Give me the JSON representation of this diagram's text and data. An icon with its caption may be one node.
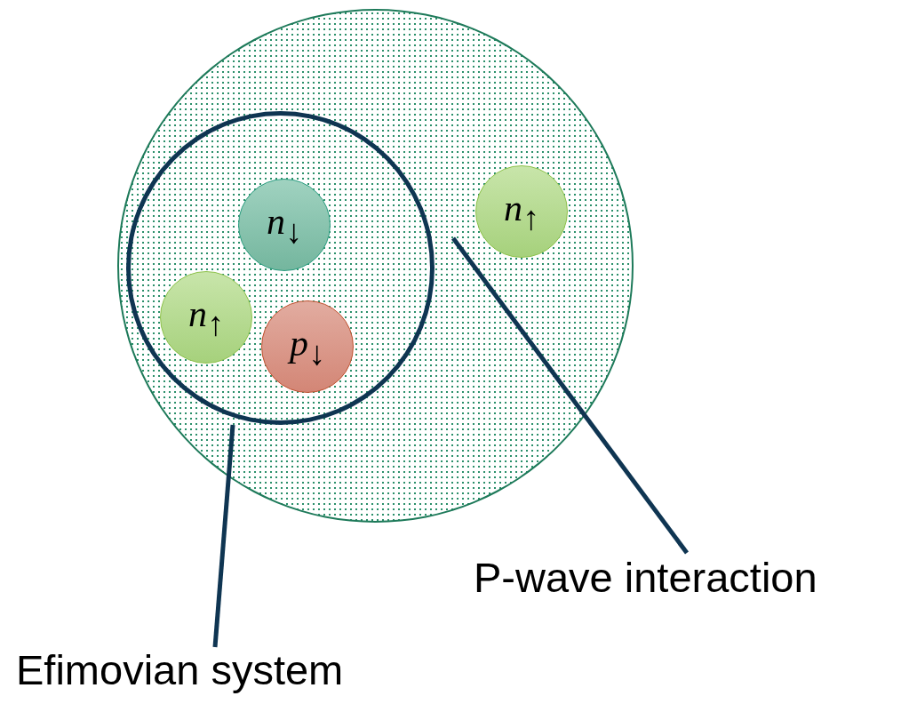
{
  "diagram": {
    "nodes": [
      {
        "text": [],
        "shape": "circle"
      },
      {
        "text": [],
        "shape": "circle",
        "in": 0
      },
      {
        "text": [
          "*n*$_{↓}$"
        ],
        "in": 1
      },
      {
        "text": [
          "*n*$_{↑}$"
        ],
        "in": 1
      },
      {
        "text": [
          "*p*$_{↓}$"
        ],
        "in": 1
      },
      {
        "text": [
          "*n*$_{↑}$"
        ],
        "in": 0
      },
      {
        "text": [
          "Efimovian system"
        ]
      },
      {
        "text": [
          "P-wave interaction"
        ]
      }
    ],
    "edges": [
      {
        "from": 6,
        "to": 1,
        "arrow": "none"
      },
      {
        "from": 7,
        "to": 0,
        "arrow": "none"
      }
    ]
  }
}
